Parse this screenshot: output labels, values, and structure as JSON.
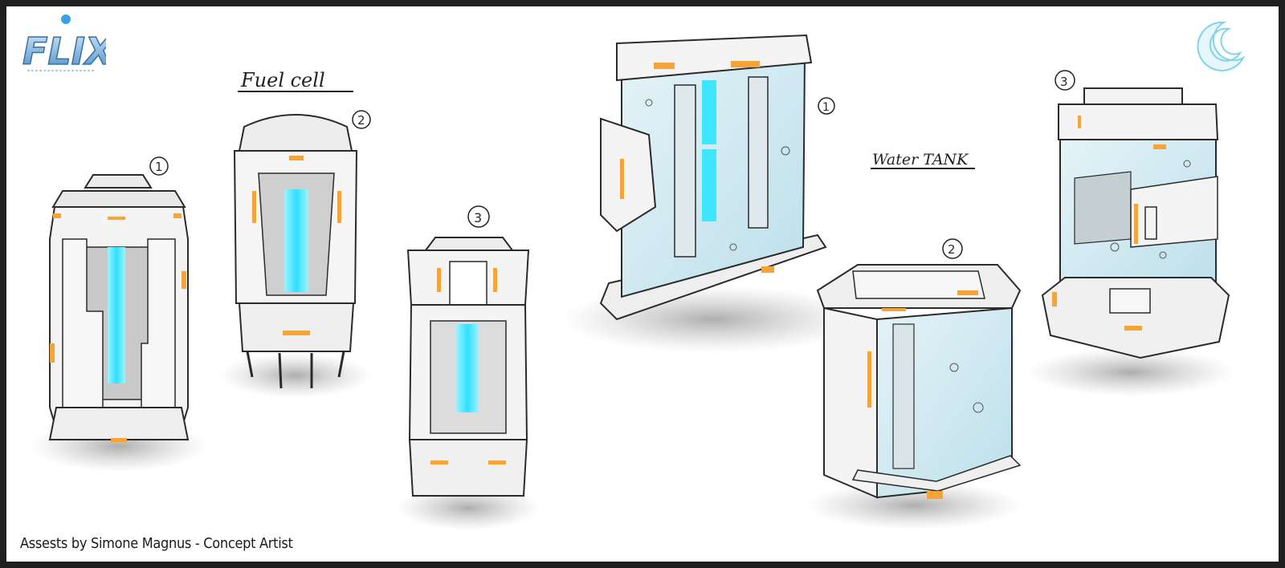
{
  "logo": {
    "text": "FLIX"
  },
  "fuel_cell": {
    "title": "Fuel cell",
    "labels": [
      "1",
      "2",
      "3"
    ]
  },
  "water_tank": {
    "title": "Water TANK",
    "labels": [
      "1",
      "2",
      "3"
    ]
  },
  "credit": "Assests by Simone Magnus - Concept Artist",
  "colors": {
    "accent_orange": "#f5a43a",
    "glow_cyan": "#3fe6ff",
    "water": "#cfe9f1",
    "line": "#2b2b2b",
    "frame": "#1f1f1f"
  },
  "icons": [
    "flix-logo",
    "crescent-moon-icon"
  ]
}
